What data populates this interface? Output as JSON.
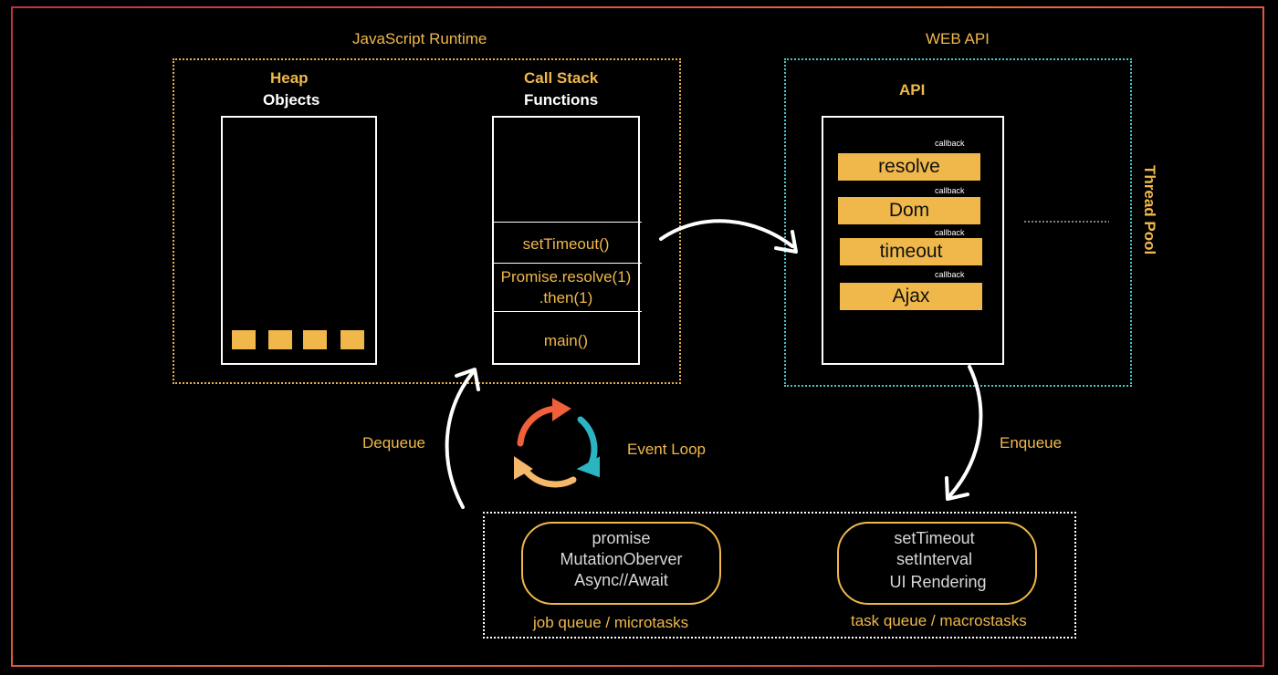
{
  "runtime": {
    "title": "JavaScript Runtime",
    "heap": {
      "title": "Heap",
      "subtitle": "Objects"
    },
    "call_stack": {
      "title": "Call Stack",
      "subtitle": "Functions",
      "frames": [
        "setTimeout()",
        "Promise.resolve(1)",
        ".then(1)",
        "main()"
      ]
    }
  },
  "web_api": {
    "title": "WEB API",
    "api_label": "API",
    "callback_label": "callback",
    "items": [
      "resolve",
      "Dom",
      "timeout",
      "Ajax"
    ],
    "thread_pool": "Thread Pool"
  },
  "event_loop": {
    "label": "Event Loop",
    "dequeue": "Dequeue",
    "enqueue": "Enqueue"
  },
  "queues": {
    "micro": {
      "items": [
        "promise",
        "MutationOberver",
        "Async//Await"
      ],
      "label": "job queue / microtasks"
    },
    "macro": {
      "items": [
        "setTimeout",
        "setInterval",
        "UI Rendering"
      ],
      "label": "task queue / macrostasks"
    }
  },
  "colors": {
    "accent": "#f0b84a",
    "frame": "#e0443a",
    "cyan": "#49c5cc",
    "loop_red": "#f0603a",
    "loop_teal": "#2bb5c2"
  }
}
